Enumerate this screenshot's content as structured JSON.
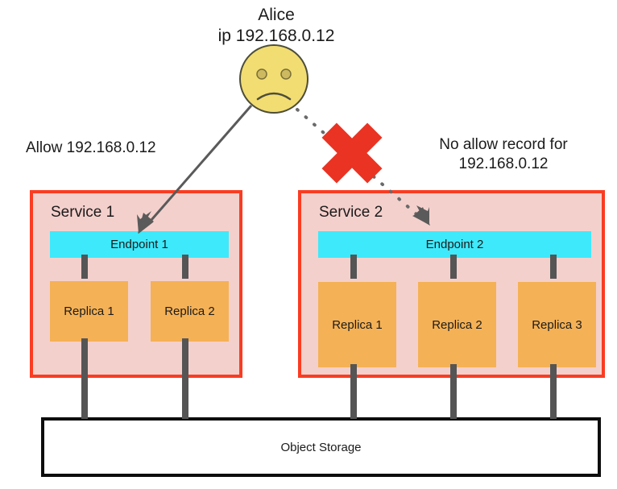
{
  "diagram": {
    "title_person": "Alice",
    "person_ip": "ip 192.168.0.12",
    "allow_label": "Allow 192.168.0.12",
    "deny_label_line1": "No allow record for",
    "deny_label_line2": "192.168.0.12",
    "colors": {
      "service_fill": "#f4d0cc",
      "service_border": "#fa3c22",
      "endpoint_fill": "#3ee9fb",
      "replica_fill": "#f5b155",
      "connector": "#555555",
      "storage_border": "#0d0d0d",
      "face_fill": "#f2dd72",
      "face_stroke": "#4d4d3a",
      "cross_red": "#ea3323",
      "arrow_gray": "#5a5a5a",
      "text": "#1b1b1b"
    },
    "icons": {
      "person": "sad-face-icon",
      "blocked": "red-cross-icon",
      "allowed_arrow": "solid-arrow-icon",
      "blocked_arrow": "dotted-arrow-icon"
    },
    "services": [
      {
        "name": "Service 1",
        "endpoint": "Endpoint 1",
        "replicas": [
          "Replica 1",
          "Replica 2"
        ]
      },
      {
        "name": "Service 2",
        "endpoint": "Endpoint 2",
        "replicas": [
          "Replica 1",
          "Replica 2",
          "Replica 3"
        ]
      }
    ],
    "storage": {
      "label": "Object Storage"
    }
  }
}
